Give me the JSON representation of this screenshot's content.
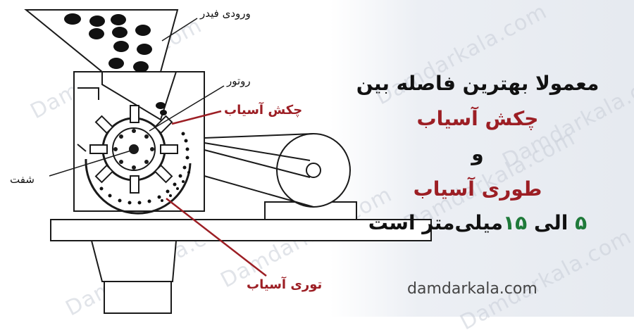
{
  "labels": {
    "feeder_inlet": "ورودی فیدر",
    "rotor": "روتور",
    "hammer": "چکش آسیاب",
    "shaft": "شفت",
    "screen": "توری آسیاب"
  },
  "headline": {
    "line1": "معمولا بهترین فاصله بین",
    "line2": "چکش آسیاب",
    "line3": "و",
    "line4": "طوری آسیاب",
    "line5_pre": "۵",
    "line5_mid": "الی",
    "line5_num": "۱۵",
    "line5_post": "میلی‌متر است"
  },
  "website": "damdarkala.com",
  "watermark": "Damdarkala.com",
  "colors": {
    "accent_red": "#9c1e24",
    "accent_green": "#1f7a3a",
    "line": "#1a1a1a"
  }
}
